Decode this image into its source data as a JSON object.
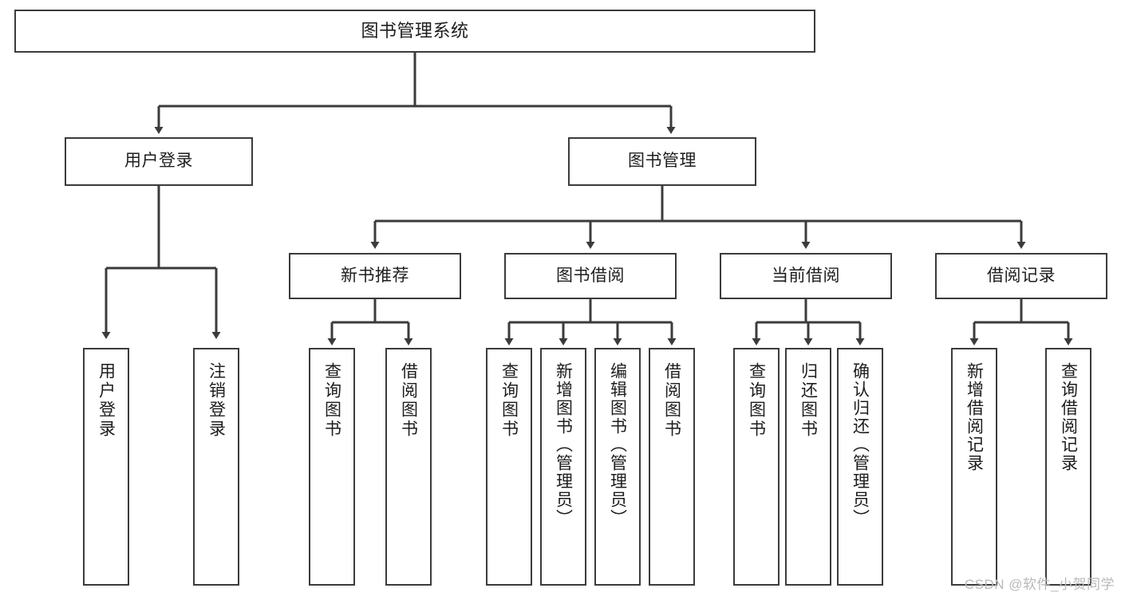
{
  "diagram": {
    "title": "图书管理系统",
    "watermark": "CSDN @软件_小贺同学",
    "line_color": "#3b3b3b",
    "box_fill": "#ffffff",
    "text_color": "#1d1d1d",
    "watermark_color": "#b9b9b9"
  },
  "nodes": {
    "root": {
      "label": "图书管理系统"
    },
    "level2": [
      {
        "label": "用户登录"
      },
      {
        "label": "图书管理"
      }
    ],
    "level3": [
      {
        "label": "新书推荐"
      },
      {
        "label": "图书借阅"
      },
      {
        "label": "当前借阅"
      },
      {
        "label": "借阅记录"
      }
    ],
    "leaves": {
      "user_login": [
        {
          "label": "用户登录"
        },
        {
          "label": "注销登录"
        }
      ],
      "new_book": [
        {
          "label": "查询图书"
        },
        {
          "label": "借阅图书"
        }
      ],
      "book_borrow": [
        {
          "label": "查询图书"
        },
        {
          "label": "新增图书（管理员）"
        },
        {
          "label": "编辑图书（管理员）"
        },
        {
          "label": "借阅图书"
        }
      ],
      "current_borrow": [
        {
          "label": "查询图书"
        },
        {
          "label": "归还图书"
        },
        {
          "label": "确认归还（管理员）"
        }
      ],
      "borrow_record": [
        {
          "label": "新增借阅记录"
        },
        {
          "label": "查询借阅记录"
        }
      ]
    }
  }
}
